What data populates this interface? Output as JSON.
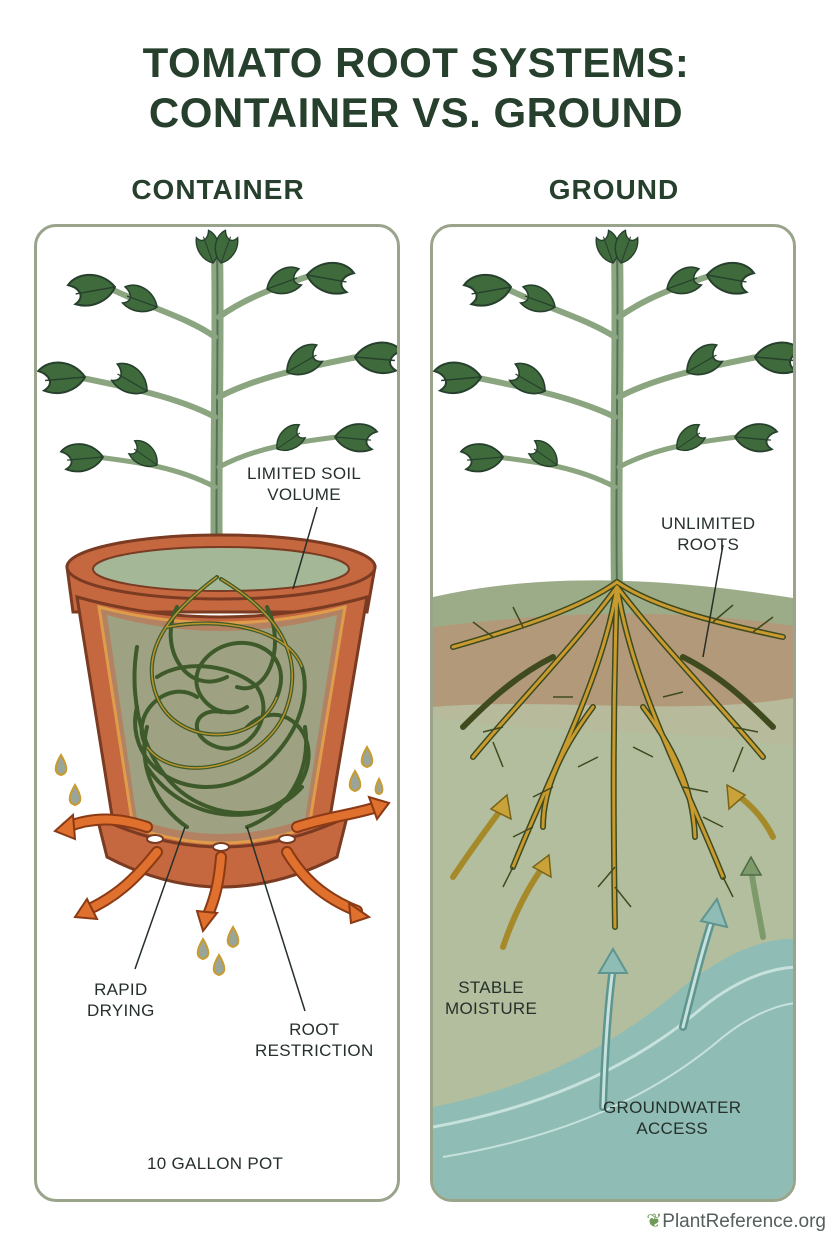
{
  "title": {
    "line1": "TOMATO ROOT SYSTEMS:",
    "line2": "CONTAINER VS. GROUND"
  },
  "container": {
    "heading": "CONTAINER",
    "labels": {
      "soil_line1": "LIMITED SOIL",
      "soil_line2": "VOLUME",
      "drying_line1": "RAPID",
      "drying_line2": "DRYING",
      "restriction_line1": "ROOT",
      "restriction_line2": "RESTRICTION",
      "pot_size": "10 GALLON POT"
    }
  },
  "ground": {
    "heading": "GROUND",
    "labels": {
      "roots_line1": "UNLIMITED",
      "roots_line2": "ROOTS",
      "moisture_line1": "STABLE",
      "moisture_line2": "MOISTURE",
      "groundwater_line1": "GROUNDWATER",
      "groundwater_line2": "ACCESS"
    }
  },
  "footer": {
    "site": "PlantReference.org"
  },
  "colors": {
    "title": "#26402d",
    "leaf": "#3f6b3c",
    "stem": "#8aa57f",
    "pot": "#c5683f",
    "arrow": "#d9662b",
    "root": "#c99b2f",
    "water": "#7fb5b0"
  }
}
